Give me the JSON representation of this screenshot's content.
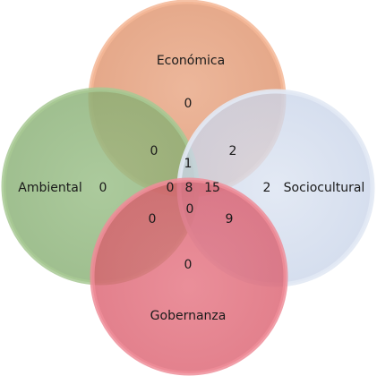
{
  "sets": [
    {
      "key": "economica",
      "label": "Económica",
      "fill": "#e39872",
      "ring": "#f5b99a"
    },
    {
      "key": "ambiental",
      "label": "Ambiental",
      "fill": "#8db37a",
      "ring": "#a9c996"
    },
    {
      "key": "sociocultural",
      "label": "Sociocultural",
      "fill": "#cfd8ea",
      "ring": "#dfe6f3"
    },
    {
      "key": "gobernanza",
      "label": "Gobernanza",
      "fill": "#dd6272",
      "ring": "#ee8b97"
    }
  ],
  "regions": {
    "economica_only": "0",
    "economica_ambiental": "0",
    "economica_sociocultural": "2",
    "economica_ambiental_sociocultural": "1",
    "ambiental_only": "0",
    "sociocultural_only": "2",
    "ambiental_sociocultural_gobernanza_left": "0",
    "center_all": "8",
    "economica_sociocultural_gobernanza": "15",
    "ambiental_gobernanza": "0",
    "ambiental_gobernanza_economica": "0",
    "sociocultural_gobernanza": "9",
    "gobernanza_only": "0"
  }
}
